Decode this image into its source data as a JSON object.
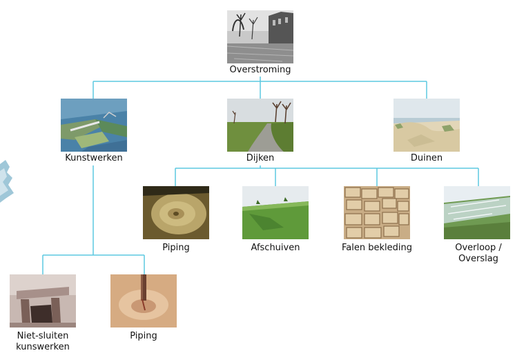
{
  "diagram": {
    "root": {
      "label": "Overstroming",
      "image": "flooded-street-photo"
    },
    "level1": [
      {
        "label": "Kunstwerken",
        "image": "storm-surge-barrier-aerial-photo"
      },
      {
        "label": "Dijken",
        "image": "dike-road-photo"
      },
      {
        "label": "Duinen",
        "image": "dunes-photo"
      }
    ],
    "dike_failures": [
      {
        "label": "Piping",
        "image": "piping-sand-boil-photo"
      },
      {
        "label": "Afschuiven",
        "image": "slope-sliding-photo"
      },
      {
        "label": "Falen bekleding",
        "image": "revetment-blocks-photo"
      },
      {
        "label": "Overloop /",
        "label2": "Overslag",
        "image": "overtopping-photo"
      }
    ],
    "structure_failures": [
      {
        "label": "Niet-sluiten",
        "label2": "kunswerken",
        "image": "sluice-gate-photo"
      },
      {
        "label": "Piping",
        "image": "piping-pipe-photo"
      }
    ],
    "connector_color": "#5bc8e0"
  }
}
